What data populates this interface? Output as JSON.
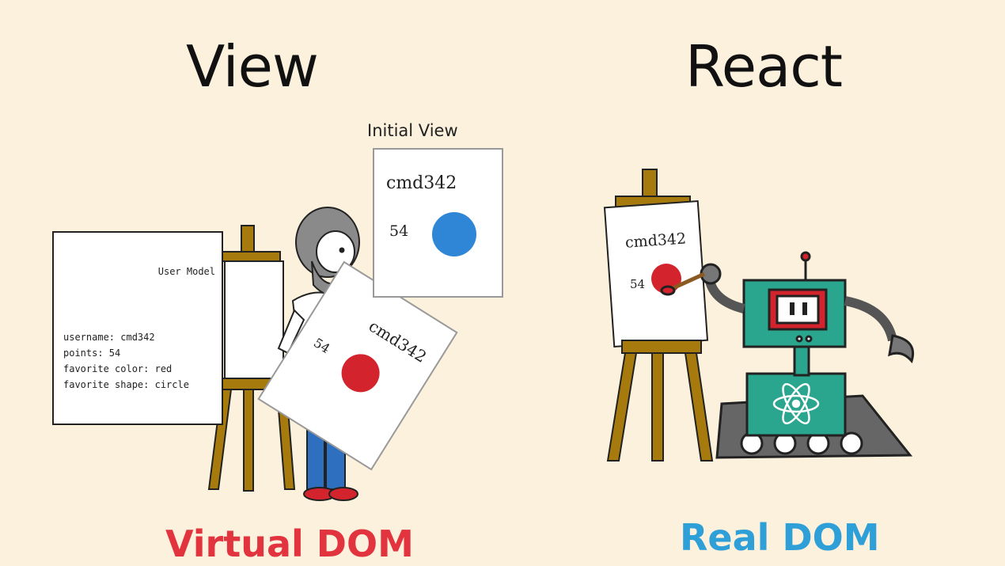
{
  "left_panel": {
    "title": "View",
    "caption": "Virtual DOM",
    "caption_color": "#e2343f",
    "user_model": {
      "title": "User Model",
      "lines": [
        "username: cmd342",
        "points: 54",
        "favorite color: red",
        "favorite shape: circle"
      ]
    },
    "initial_view": {
      "label": "Initial View",
      "username": "cmd342",
      "points": "54",
      "circle_color": "#2f86d6"
    },
    "updated_view": {
      "username": "cmd342",
      "points": "54",
      "circle_color": "#d3232c"
    }
  },
  "right_panel": {
    "title": "React",
    "caption": "Real DOM",
    "caption_color": "#2f9fd8",
    "canvas": {
      "username": "cmd342",
      "points": "54",
      "circle_color": "#d3232c"
    }
  },
  "illustration": {
    "easel_color": "#a77a0e",
    "robot_color": "#2aa68f"
  }
}
